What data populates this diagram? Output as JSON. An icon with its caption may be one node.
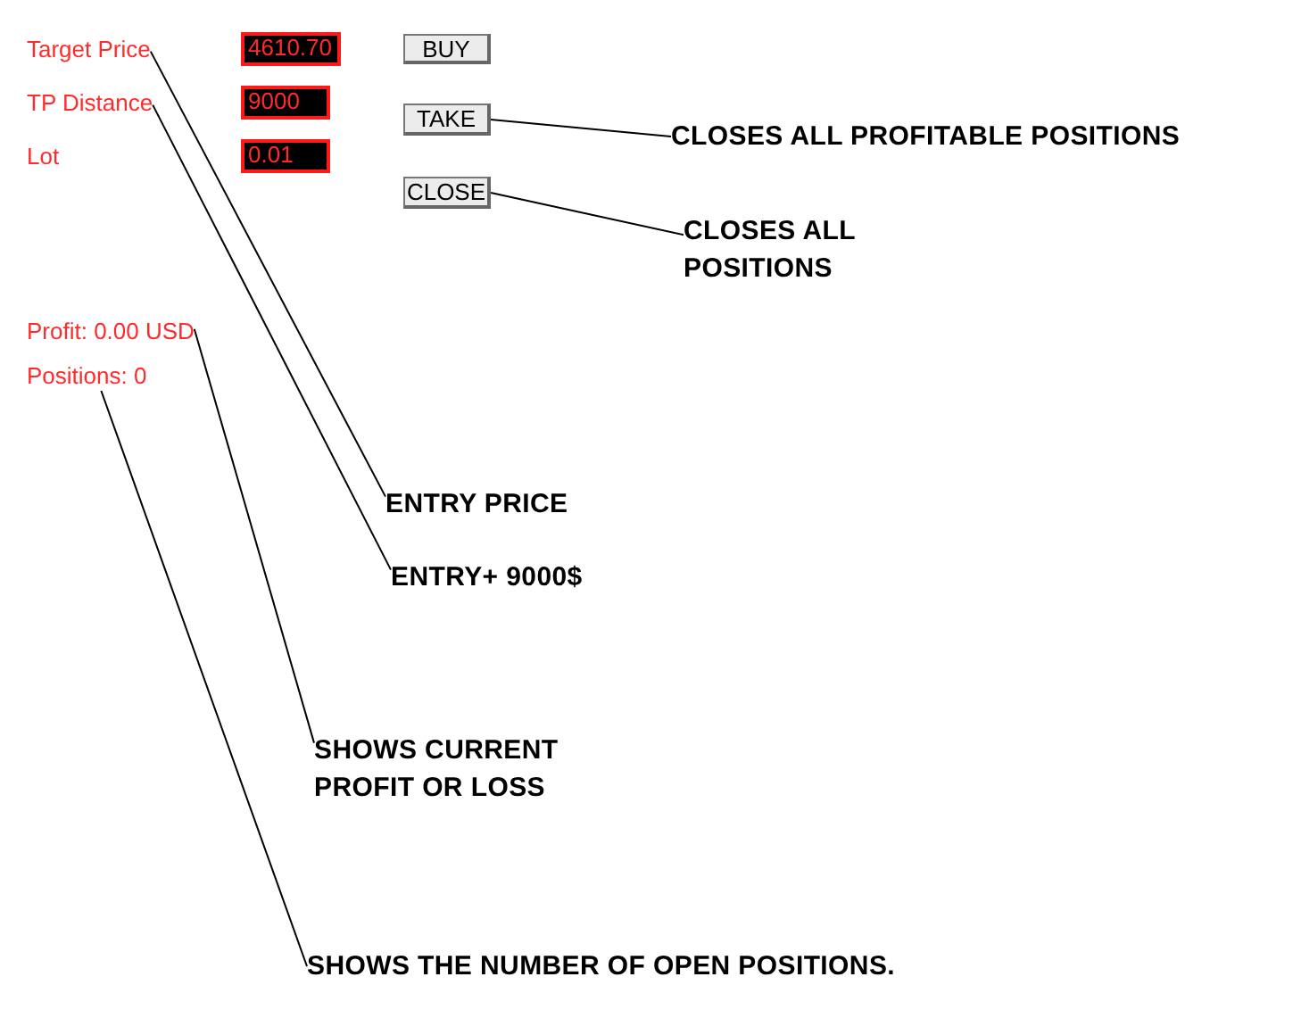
{
  "diagram": {
    "nodes": [
      {
        "text": [
          "Target Price"
        ]
      },
      {
        "text": [
          "TP Distance"
        ]
      },
      {
        "text": [
          "Lot"
        ]
      },
      {
        "text": [
          "4610.70"
        ]
      },
      {
        "text": [
          "9000"
        ]
      },
      {
        "text": [
          "0.01"
        ]
      },
      {
        "text": [
          "BUY"
        ]
      },
      {
        "text": [
          "TAKE"
        ]
      },
      {
        "text": [
          "CLOSE"
        ]
      },
      {
        "text": [
          "Profit: 0.00 USD"
        ]
      },
      {
        "text": [
          "Positions: 0"
        ]
      },
      {
        "text": [
          "CLOSES ALL PROFITABLE POSITIONS"
        ]
      },
      {
        "text": [
          "CLOSES ALL POSITIONS"
        ]
      },
      {
        "text": [
          "ENTRY PRICE"
        ]
      },
      {
        "text": [
          "ENTRY+ 9000$"
        ]
      },
      {
        "text": [
          "SHOWS CURRENT PROFIT OR LOSS"
        ]
      },
      {
        "text": [
          "SHOWS THE NUMBER OF OPEN POSITIONS."
        ]
      }
    ],
    "edges": [
      {
        "from": 0,
        "to": 13,
        "arrow": "none"
      },
      {
        "from": 1,
        "to": 14,
        "arrow": "none"
      },
      {
        "from": 7,
        "to": 11,
        "arrow": "none"
      },
      {
        "from": 8,
        "to": 12,
        "arrow": "none"
      },
      {
        "from": 9,
        "to": 15,
        "arrow": "none"
      },
      {
        "from": 10,
        "to": 16,
        "arrow": "none"
      }
    ]
  }
}
